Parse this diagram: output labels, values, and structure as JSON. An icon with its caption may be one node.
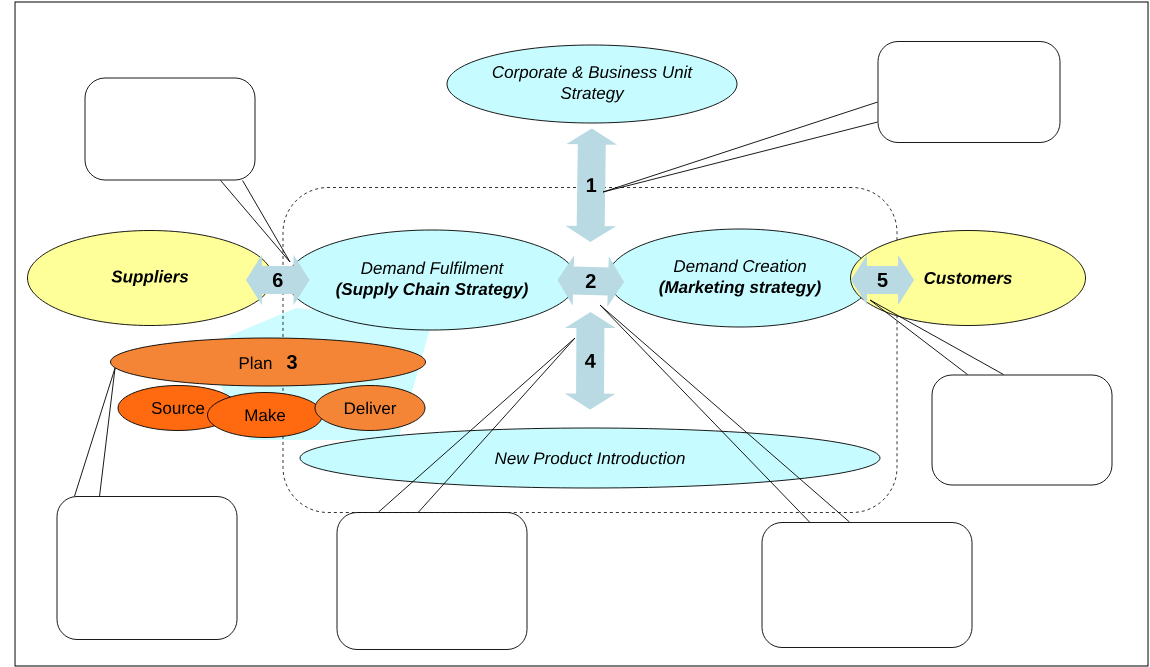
{
  "diagram": {
    "nodes": [
      {
        "text": [],
        "shape": "box"
      },
      {
        "text": [
          "Corporate & Business Unit Strategy"
        ]
      },
      {
        "text": [
          "Suppliers"
        ]
      },
      {
        "text": [
          "Demand Fulfilment",
          "(Supply Chain Strategy)"
        ],
        "in": 0
      },
      {
        "text": [
          "Demand Creation",
          "(Marketing strategy)"
        ],
        "in": 0
      },
      {
        "text": [
          "Customers"
        ]
      },
      {
        "text": [
          "Plan",
          "3"
        ]
      },
      {
        "text": [
          "Source"
        ]
      },
      {
        "text": [
          "Make"
        ]
      },
      {
        "text": [
          "Deliver"
        ],
        "in": 0
      },
      {
        "text": [
          "New Product Introduction"
        ],
        "in": 0
      },
      {
        "text": [],
        "shape": "box"
      },
      {
        "text": [],
        "shape": "box"
      },
      {
        "text": [],
        "shape": "box"
      },
      {
        "text": [],
        "shape": "box"
      },
      {
        "text": [],
        "shape": "box"
      },
      {
        "text": [],
        "shape": "box"
      }
    ],
    "edges": [
      {
        "from": 1,
        "to": 3,
        "arrow": "both",
        "label": "1",
        "style": "thick",
        "color": "#b9dae2"
      },
      {
        "from": 3,
        "to": 4,
        "arrow": "both",
        "label": "2",
        "style": "thick",
        "color": "#b9dae2"
      },
      {
        "from": 3,
        "to": 10,
        "arrow": "both",
        "label": "4",
        "style": "thick",
        "color": "#b9dae2"
      },
      {
        "from": 4,
        "to": 5,
        "arrow": "both",
        "label": "5",
        "style": "thick",
        "color": "#b9dae2"
      },
      {
        "from": 2,
        "to": 3,
        "arrow": "both",
        "label": "6",
        "style": "thick",
        "color": "#b9dae2"
      },
      {
        "from": 11,
        "to": null,
        "arrow": "none"
      },
      {
        "from": 12,
        "to": null,
        "arrow": "none"
      },
      {
        "from": 13,
        "to": null,
        "arrow": "none"
      },
      {
        "from": 14,
        "to": 6,
        "arrow": "none"
      },
      {
        "from": 15,
        "to": null,
        "arrow": "none"
      },
      {
        "from": 16,
        "to": null,
        "arrow": "none"
      }
    ]
  }
}
